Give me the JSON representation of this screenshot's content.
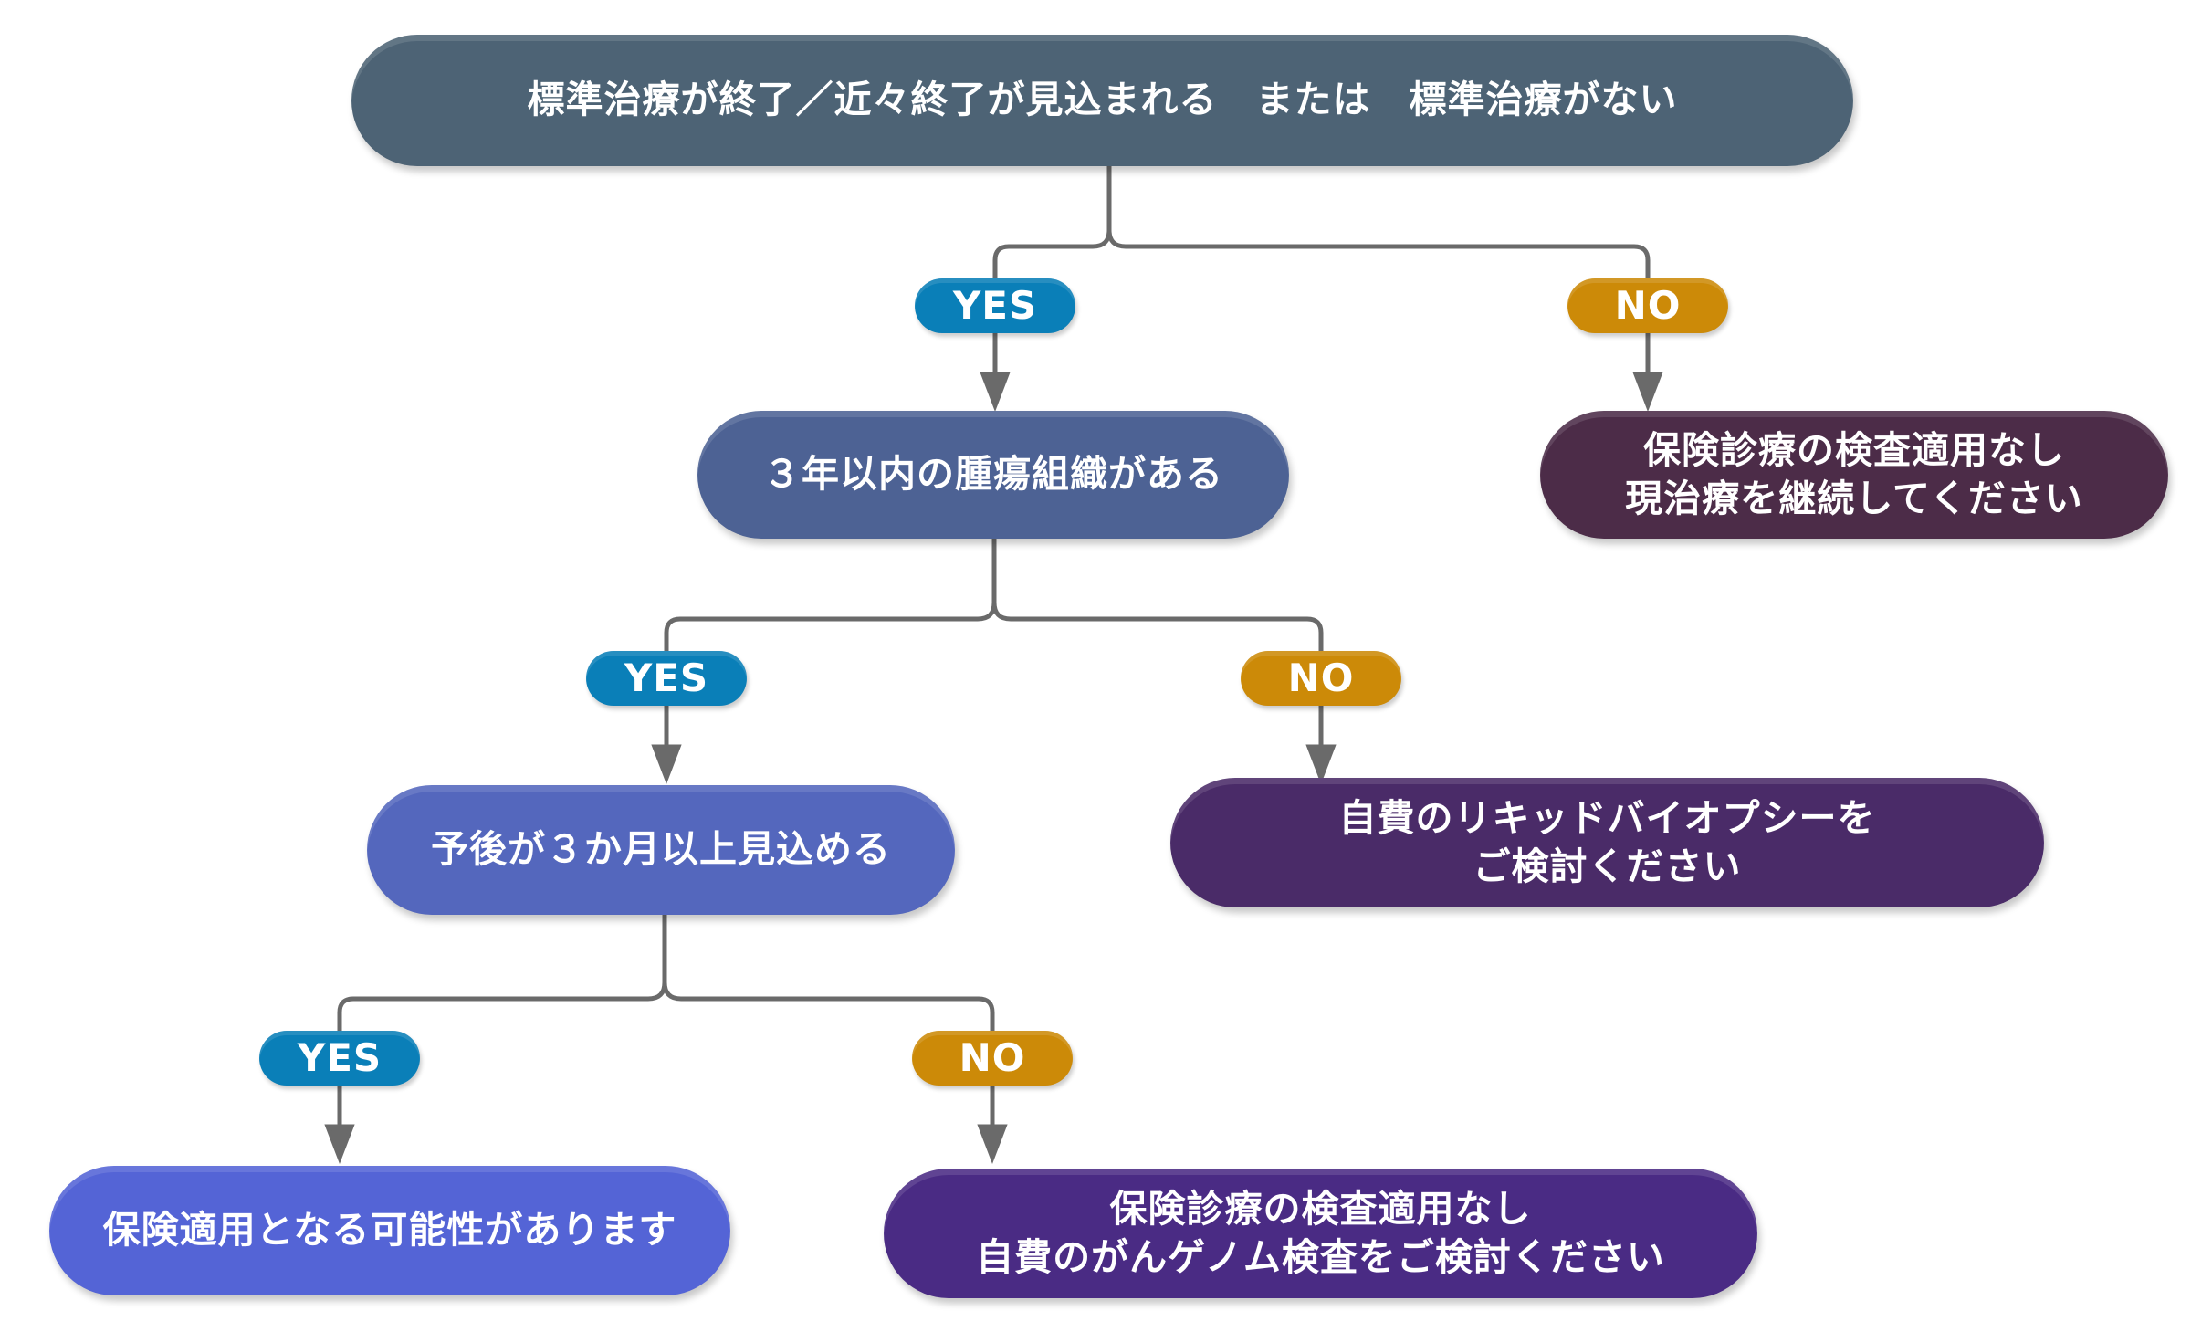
{
  "nodes": {
    "root": "標準治療が終了／近々終了が見込まれる　または　標準治療がない",
    "tumor_tissue": "３年以内の腫瘍組織がある",
    "no_insurance_continue": [
      "保険診療の検査適用なし",
      "現治療を継続してください"
    ],
    "prognosis": "予後が３か月以上見込める",
    "liquid_biopsy": [
      "自費のリキッドバイオプシーを",
      "ご検討ください"
    ],
    "insurance_possible": "保険適用となる可能性があります",
    "self_pay_genome": [
      "保険診療の検査適用なし",
      "自費のがんゲノム検査をご検討ください"
    ]
  },
  "labels": {
    "yes": "YES",
    "no": "NO"
  },
  "colors": {
    "yes_badge": "#0a7fb8",
    "no_badge": "#cc8a08",
    "connector": "#6a6a6a"
  }
}
